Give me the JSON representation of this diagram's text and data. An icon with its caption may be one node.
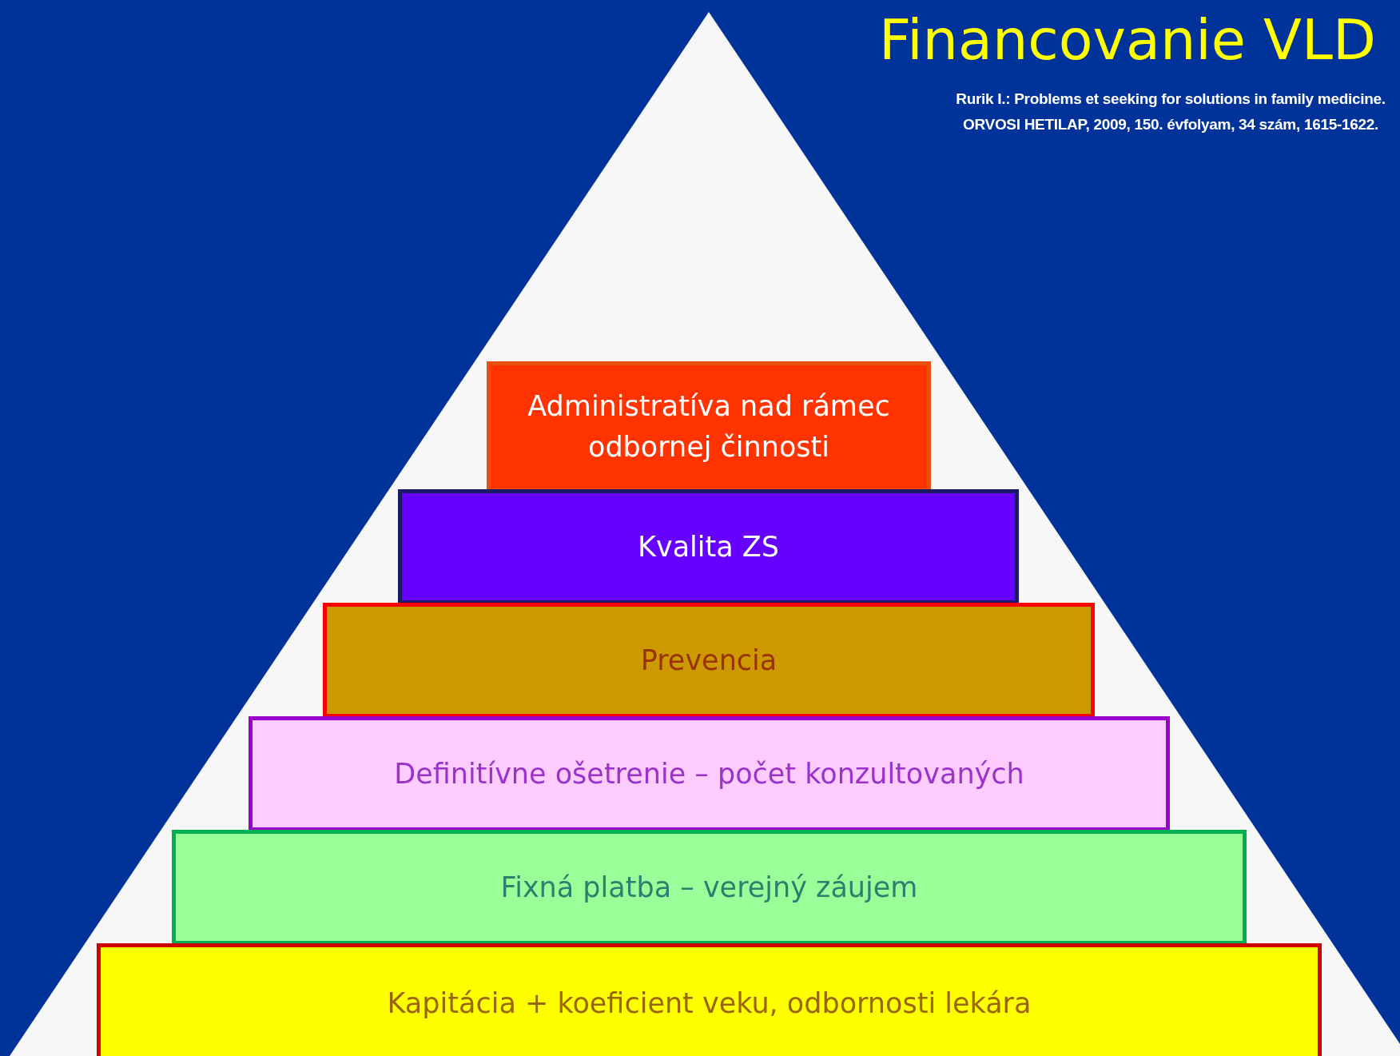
{
  "diagram": {
    "title": "Financovanie VLD",
    "nodes": [
      {
        "text": [
          "Administratíva nad rámec odbornej činnosti"
        ]
      },
      {
        "text": [
          "Kvalita ZS"
        ]
      },
      {
        "text": [
          "Prevencia"
        ]
      },
      {
        "text": [
          "Definitívne ošetrenie – počet konzultovaných"
        ]
      },
      {
        "text": [
          "Fixná platba – verejný záujem"
        ]
      },
      {
        "text": [
          "Kapitácia + koeficient veku, odbornosti lekára"
        ]
      }
    ],
    "labels": [
      "Rurik I.: Problems et seeking  for solutions in family medicine. ORVOSI HETILAP, 2009, 150. évfolyam, 34 szám, 1615-1622."
    ]
  }
}
